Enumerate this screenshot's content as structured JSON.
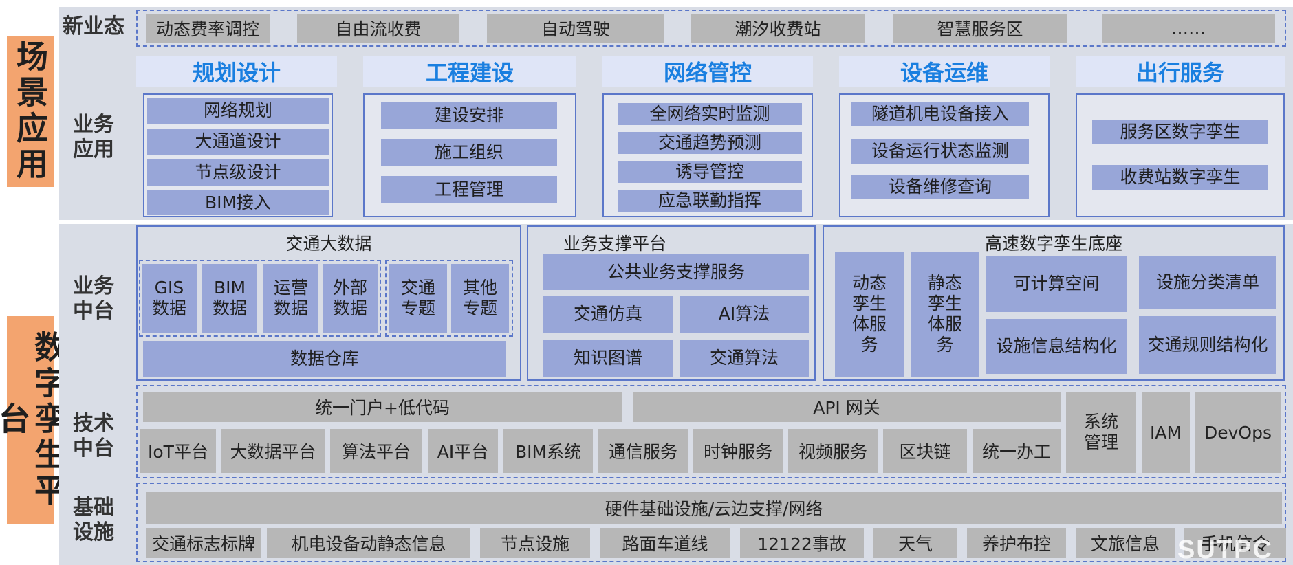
{
  "side_labels": {
    "top": "场景应用",
    "bottom": "数字孪生平台"
  },
  "row_labels": {
    "new_biz": "新业态",
    "biz_app": "业务\n应用",
    "biz_mid": "业务\n中台",
    "tech_mid": "技术\n中台",
    "infra": "基础\n设施"
  },
  "new_biz_items": [
    "动态费率调控",
    "自由流收费",
    "自动驾驶",
    "潮汐收费站",
    "智慧服务区",
    "……"
  ],
  "app_columns": [
    {
      "title": "规划设计",
      "items": [
        "网络规划",
        "大通道设计",
        "节点级设计",
        "BIM接入"
      ]
    },
    {
      "title": "工程建设",
      "items": [
        "建设安排",
        "施工组织",
        "工程管理"
      ]
    },
    {
      "title": "网络管控",
      "items": [
        "全网络实时监测",
        "交通趋势预测",
        "诱导管控",
        "应急联勤指挥"
      ]
    },
    {
      "title": "设备运维",
      "items": [
        "隧道机电设备接入",
        "设备运行状态监测",
        "设备维修查询"
      ]
    },
    {
      "title": "出行服务",
      "items": [
        "服务区数字孪生",
        "收费站数字孪生"
      ]
    }
  ],
  "big_data": {
    "title": "交通大数据",
    "group1": [
      "GIS\n数据",
      "BIM\n数据",
      "运营\n数据",
      "外部\n数据"
    ],
    "group2": [
      "交通\n专题",
      "其他\n专题"
    ],
    "warehouse": "数据仓库"
  },
  "support": {
    "title": "业务支撑平台",
    "common": "公共业务支撑服务",
    "items": [
      "交通仿真",
      "AI算法",
      "知识图谱",
      "交通算法"
    ]
  },
  "twin": {
    "title": "高速数字孪生底座",
    "tall": [
      "动态\n孪生\n体服\n务",
      "静态\n孪生\n体服\n务"
    ],
    "items": [
      "可计算空间",
      "设施分类清单",
      "设施信息结构化",
      "交通规则结构化"
    ]
  },
  "tech": {
    "portal": "统一门户+低代码",
    "gateway": "API 网关",
    "items": [
      "IoT平台",
      "大数据平台",
      "算法平台",
      "AI平台",
      "BIM系统",
      "通信服务",
      "时钟服务",
      "视频服务",
      "区块链",
      "统一办工"
    ],
    "sys": "系统\n管理",
    "iam": "IAM",
    "devops": "DevOps"
  },
  "infra": {
    "top": "硬件基础设施/云边支撑/网络",
    "items": [
      "交通标志标牌",
      "机电设备动静态信息",
      "节点设施",
      "路面车道线",
      "12122事故",
      "天气",
      "养护布控",
      "文旅信息",
      "手机信令"
    ]
  },
  "watermark": "SUTPC",
  "colors": {
    "band": "#d9dde6",
    "side": "#f3a46f",
    "cell_gray": "#b7b7b7",
    "cell_blue": "#98a6d8",
    "head_text": "#1a7fe0",
    "border": "#5b77c9"
  }
}
